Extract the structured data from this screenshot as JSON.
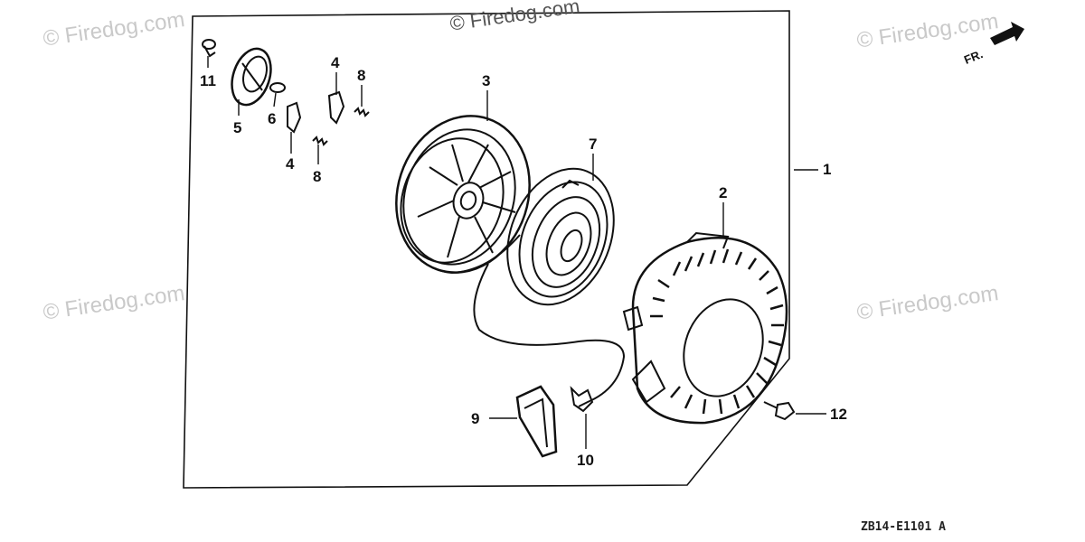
{
  "watermarks": {
    "center_top": "© Firedog.com",
    "top_left": "© Firedog.com",
    "top_right": "© Firedog.com",
    "mid_left": "© Firedog.com",
    "mid_right": "© Firedog.com"
  },
  "direction_label": "FR.",
  "drawing_code": "ZB14-E1101 A",
  "callouts": {
    "c1": "1",
    "c2": "2",
    "c3": "3",
    "c4a": "4",
    "c4b": "4",
    "c5": "5",
    "c6": "6",
    "c7": "7",
    "c8a": "8",
    "c8b": "8",
    "c9": "9",
    "c10": "10",
    "c11": "11",
    "c12": "12"
  },
  "parts": [
    {
      "id": "1",
      "icon": "recoil-starter-assembly-icon"
    },
    {
      "id": "2",
      "icon": "starter-case-icon"
    },
    {
      "id": "3",
      "icon": "starter-reel-icon"
    },
    {
      "id": "4",
      "icon": "ratchet-pawl-icon"
    },
    {
      "id": "5",
      "icon": "ratchet-guide-icon"
    },
    {
      "id": "6",
      "icon": "friction-spring-icon"
    },
    {
      "id": "7",
      "icon": "recoil-spring-icon"
    },
    {
      "id": "8",
      "icon": "return-spring-icon"
    },
    {
      "id": "9",
      "icon": "starter-grip-icon"
    },
    {
      "id": "10",
      "icon": "starter-rope-icon"
    },
    {
      "id": "11",
      "icon": "setting-bolt-icon"
    },
    {
      "id": "12",
      "icon": "flange-bolt-icon"
    }
  ],
  "colors": {
    "line": "#111111",
    "watermark": "#c9c9c9"
  }
}
